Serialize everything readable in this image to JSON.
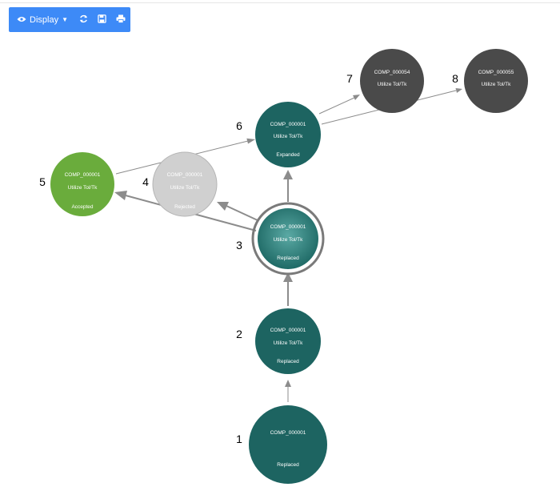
{
  "toolbar": {
    "display_label": "Display",
    "icons": [
      "eye-icon",
      "caret-down-icon",
      "refresh-icon",
      "save-icon",
      "print-icon"
    ],
    "color": "#3d8af7"
  },
  "nodes": [
    {
      "id": "1",
      "label": "1",
      "code": "COMP_000001",
      "rule": "",
      "status": "Replaced",
      "color": "#1d6461"
    },
    {
      "id": "2",
      "label": "2",
      "code": "COMP_000001",
      "rule": "Utilize Tol/Tk",
      "status": "Replaced",
      "color": "#1d6461"
    },
    {
      "id": "3",
      "label": "3",
      "code": "COMP_000001",
      "rule": "Utilize Tol/Tk",
      "status": "Replaced",
      "color": "#2e7b78",
      "selected": true
    },
    {
      "id": "4",
      "label": "4",
      "code": "COMP_000001",
      "rule": "Utilize Tol/Tk",
      "status": "Rejected",
      "color": "#d0d0d0"
    },
    {
      "id": "5",
      "label": "5",
      "code": "COMP_000001",
      "rule": "Utilize Tol/Tk",
      "status": "Accepted",
      "color": "#6aac3c"
    },
    {
      "id": "6",
      "label": "6",
      "code": "COMP_000001",
      "rule": "Utilize Tol/Tk",
      "status": "Expanded",
      "color": "#1d6461"
    },
    {
      "id": "7",
      "label": "7",
      "code": "COMP_000054",
      "rule": "Utilize Tol/Tk",
      "status": "",
      "color": "#4a4a4a"
    },
    {
      "id": "8",
      "label": "8",
      "code": "COMP_000055",
      "rule": "Utilize Tol/Tk",
      "status": "",
      "color": "#4a4a4a"
    }
  ],
  "edges": [
    {
      "from": "1",
      "to": "2"
    },
    {
      "from": "2",
      "to": "3"
    },
    {
      "from": "3",
      "to": "6"
    },
    {
      "from": "3",
      "to": "4"
    },
    {
      "from": "3",
      "to": "5"
    },
    {
      "from": "5",
      "to": "6"
    },
    {
      "from": "6",
      "to": "7"
    },
    {
      "from": "6",
      "to": "8"
    }
  ],
  "colors": {
    "edge": "#8c8c8c",
    "selected_ring": "#7a7a7a"
  }
}
